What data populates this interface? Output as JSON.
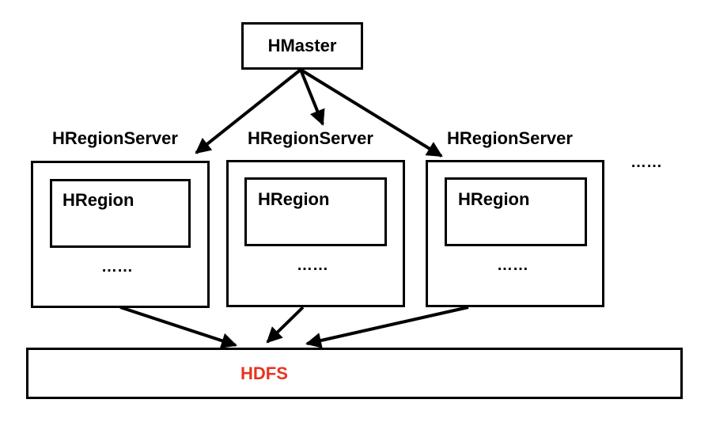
{
  "master": {
    "label": "HMaster"
  },
  "servers": [
    {
      "title": "HRegionServer",
      "region": "HRegion",
      "more": "……"
    },
    {
      "title": "HRegionServer",
      "region": "HRegion",
      "more": "……"
    },
    {
      "title": "HRegionServer",
      "region": "HRegion",
      "more": "……"
    }
  ],
  "servers_more": "……",
  "storage": {
    "label": "HDFS",
    "color": "#e8341f"
  }
}
